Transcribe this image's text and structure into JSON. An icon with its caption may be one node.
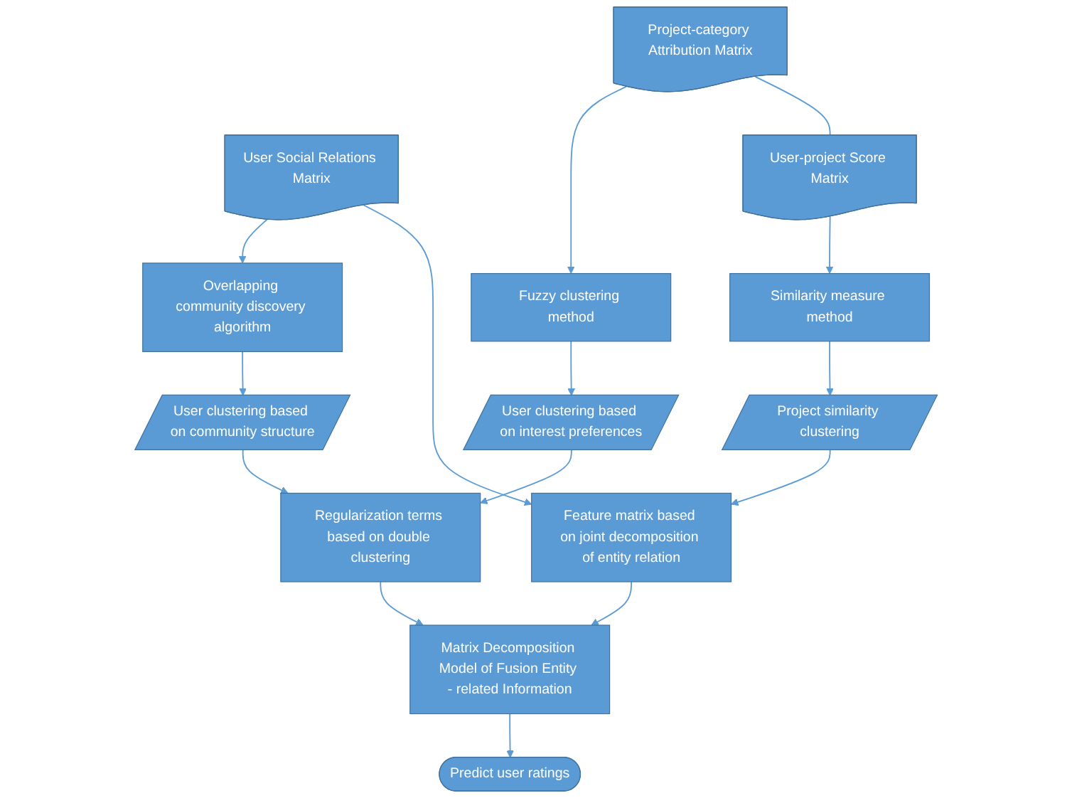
{
  "diagram": {
    "nodes": [
      {
        "text": [
          "User Social Relations Matrix"
        ]
      },
      {
        "text": [
          "Project-category Attribution Matrix"
        ]
      },
      {
        "text": [
          "User-project Score Matrix"
        ]
      },
      {
        "text": [
          "Overlapping community discovery algorithm"
        ]
      },
      {
        "text": [
          "Fuzzy clustering method"
        ]
      },
      {
        "text": [
          "Similarity measure method"
        ]
      },
      {
        "text": [
          "User clustering based on community structure"
        ]
      },
      {
        "text": [
          "User clustering based on interest preferences"
        ]
      },
      {
        "text": [
          "Project similarity clustering"
        ]
      },
      {
        "text": [
          "Regularization terms based on double clustering"
        ]
      },
      {
        "text": [
          "Feature matrix based on joint decomposition of entity relation"
        ]
      },
      {
        "text": [
          "Matrix Decomposition Model of Fusion Entity - related Information"
        ]
      },
      {
        "text": [
          "Predict user ratings"
        ]
      }
    ],
    "edges": [
      {
        "from": 0,
        "to": 3,
        "arrow": "to"
      },
      {
        "from": 1,
        "to": 4,
        "arrow": "to"
      },
      {
        "from": 2,
        "to": 5,
        "arrow": "to"
      },
      {
        "from": 3,
        "to": 6,
        "arrow": "to"
      },
      {
        "from": 4,
        "to": 7,
        "arrow": "to"
      },
      {
        "from": 5,
        "to": 8,
        "arrow": "to"
      },
      {
        "from": 6,
        "to": 9,
        "arrow": "to"
      },
      {
        "from": 7,
        "to": 9,
        "arrow": "to"
      },
      {
        "from": 8,
        "to": 10,
        "arrow": "to"
      },
      {
        "from": 9,
        "to": 11,
        "arrow": "to"
      },
      {
        "from": 10,
        "to": 11,
        "arrow": "to"
      },
      {
        "from": 11,
        "to": 12,
        "arrow": "to"
      },
      {
        "from": 0,
        "to": 10,
        "arrow": "to"
      },
      {
        "from": 1,
        "to": 2,
        "arrow": "none"
      }
    ]
  }
}
